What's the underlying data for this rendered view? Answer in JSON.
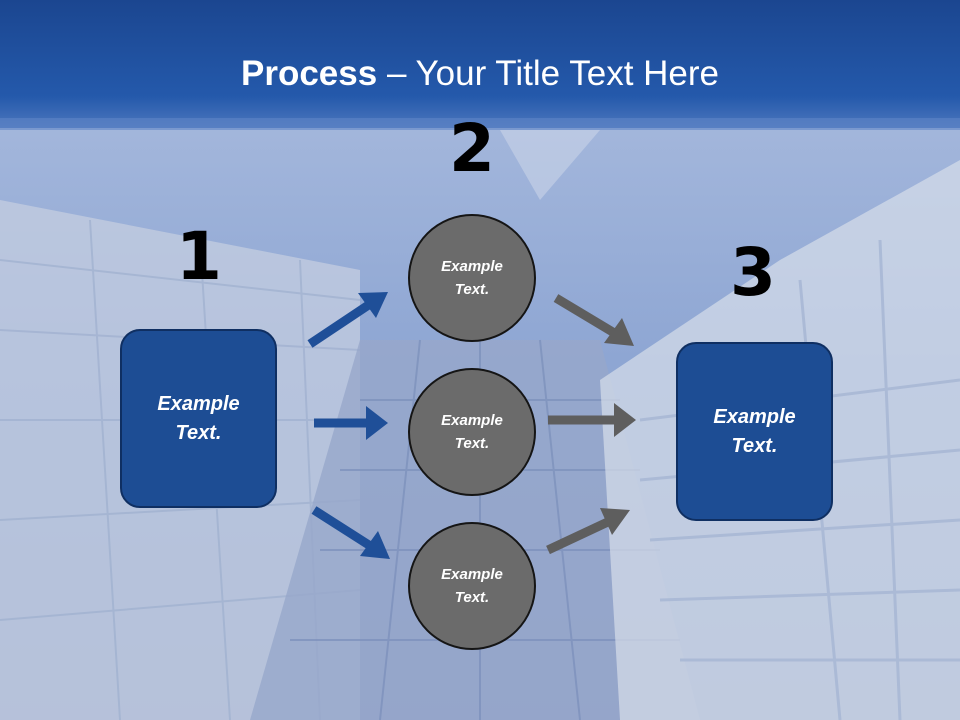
{
  "slide": {
    "title_bold": "Process",
    "title_rest": " – Your Title Text Here"
  },
  "steps": {
    "step1": "1",
    "step2": "2",
    "step3": "3"
  },
  "left_box": {
    "label": "Example\nText."
  },
  "right_box": {
    "label": "Example\nText."
  },
  "circles": [
    {
      "label": "Example\nText."
    },
    {
      "label": "Example\nText."
    },
    {
      "label": "Example\nText."
    }
  ],
  "colors": {
    "header_blue": "#1e4e9c",
    "box_blue": "#1d4d94",
    "circle_gray": "#6b6b6b",
    "arrow_blue": "#1f4f98",
    "arrow_gray": "#5e5e5e"
  }
}
